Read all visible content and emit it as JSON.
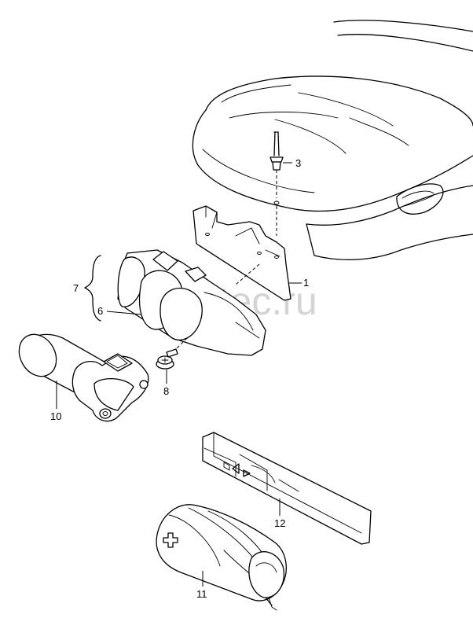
{
  "watermark": "vagtec.ru",
  "callouts": {
    "c1": "1",
    "c3": "3",
    "c6": "6",
    "c7": "7",
    "c8": "8",
    "c10": "10",
    "c11": "11",
    "c12": "12"
  }
}
